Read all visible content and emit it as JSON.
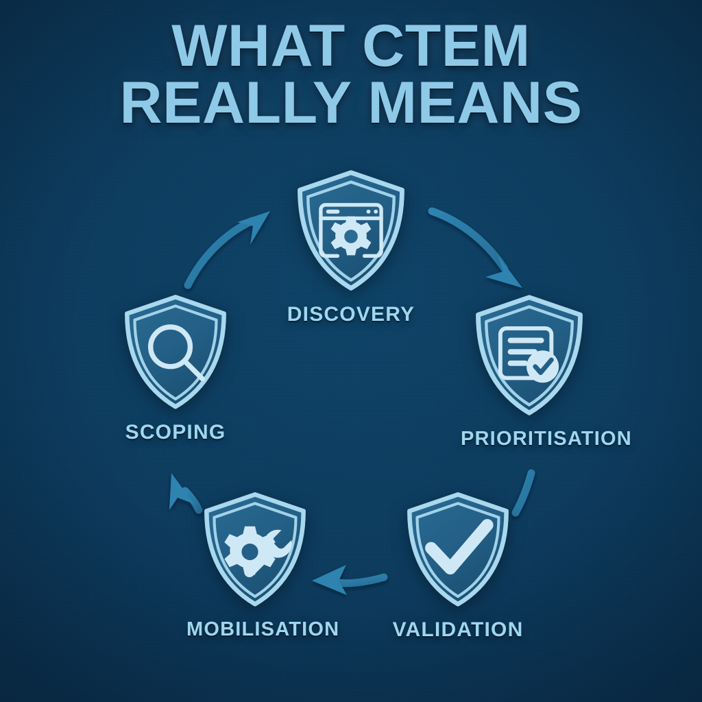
{
  "title": {
    "line1": "WHAT CTEM",
    "line2": "REALLY MEANS"
  },
  "colors": {
    "background_dark": "#0a3050",
    "background_light": "#0e4367",
    "title_text": "#8ecae8",
    "label_text": "#9ed7f0",
    "shield_outline": "#a9d8ee",
    "shield_fill": "#235f86",
    "icon": "#cfe8f5",
    "arrow": "#2b79a5"
  },
  "diagram": {
    "type": "cycle",
    "direction": "clockwise",
    "steps": [
      {
        "id": "discovery",
        "label": "DISCOVERY",
        "icon": "browser-gear-icon",
        "order": 1,
        "position": "top"
      },
      {
        "id": "prioritisation",
        "label": "PRIORITISATION",
        "icon": "document-check-icon",
        "order": 2,
        "position": "right"
      },
      {
        "id": "validation",
        "label": "VALIDATION",
        "icon": "checkmark-icon",
        "order": 3,
        "position": "bottom-right"
      },
      {
        "id": "mobilisation",
        "label": "MOBILISATION",
        "icon": "gear-wrench-icon",
        "order": 4,
        "position": "bottom-left"
      },
      {
        "id": "scoping",
        "label": "SCOPING",
        "icon": "magnifier-icon",
        "order": 5,
        "position": "left"
      }
    ],
    "connectors": [
      {
        "id": "scoping-to-discovery",
        "from": "scoping",
        "to": "discovery",
        "style": "curved-arrow"
      },
      {
        "id": "discovery-to-prioritisation",
        "from": "discovery",
        "to": "prioritisation",
        "style": "curved-arrow"
      },
      {
        "id": "prioritisation-to-validation",
        "from": "prioritisation",
        "to": "validation",
        "style": "curved-stub"
      },
      {
        "id": "validation-to-mobilisation",
        "from": "validation",
        "to": "mobilisation",
        "style": "straight-arrow"
      },
      {
        "id": "mobilisation-to-scoping",
        "from": "mobilisation",
        "to": "scoping",
        "style": "curved-arrow"
      }
    ]
  }
}
